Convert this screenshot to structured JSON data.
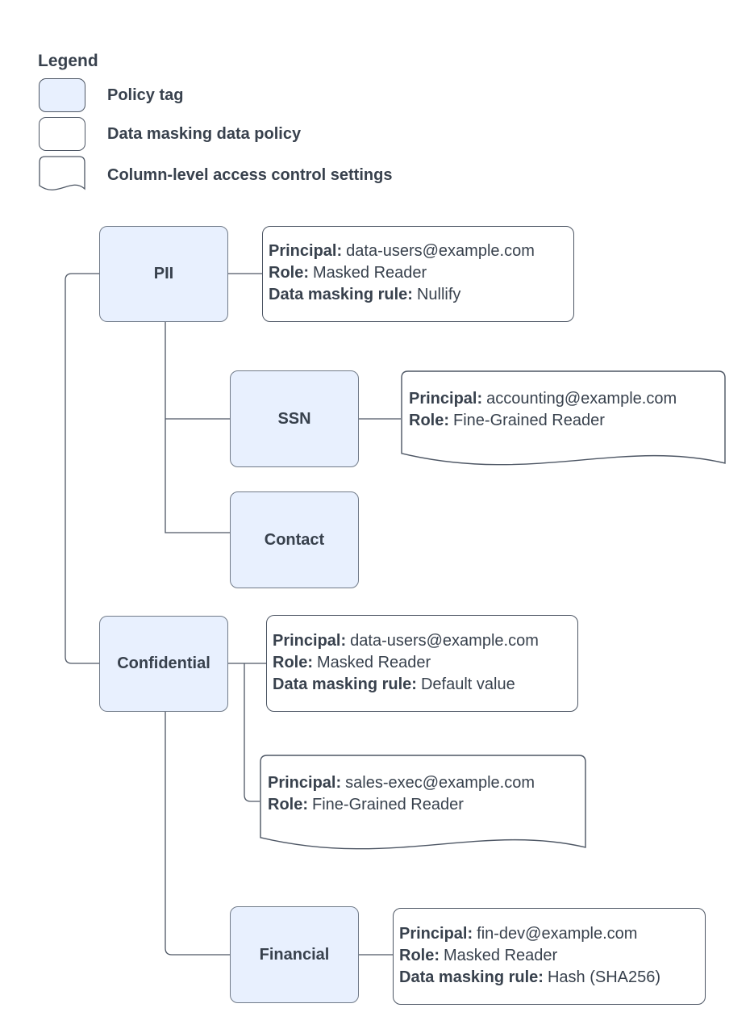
{
  "legend": {
    "title": "Legend",
    "items": [
      {
        "label": "Policy tag",
        "swatch": "policy-tag"
      },
      {
        "label": "Data masking data policy",
        "swatch": "data-masking-policy"
      },
      {
        "label": "Column-level access control settings",
        "swatch": "column-access-settings"
      }
    ]
  },
  "nodes": {
    "pii": {
      "label": "PII"
    },
    "ssn": {
      "label": "SSN"
    },
    "contact": {
      "label": "Contact"
    },
    "confidential": {
      "label": "Confidential"
    },
    "financial": {
      "label": "Financial"
    }
  },
  "cards": {
    "pii_masking": [
      {
        "k": "Principal:",
        "v": "data-users@example.com"
      },
      {
        "k": "Role:",
        "v": "Masked Reader"
      },
      {
        "k": "Data masking rule:",
        "v": "Nullify"
      }
    ],
    "ssn_access": [
      {
        "k": "Principal:",
        "v": "accounting@example.com"
      },
      {
        "k": "Role:",
        "v": "Fine-Grained Reader"
      }
    ],
    "confidential_masking": [
      {
        "k": "Principal:",
        "v": "data-users@example.com"
      },
      {
        "k": "Role:",
        "v": "Masked Reader"
      },
      {
        "k": "Data masking rule:",
        "v": "Default value"
      }
    ],
    "confidential_access": [
      {
        "k": "Principal:",
        "v": "sales-exec@example.com"
      },
      {
        "k": "Role:",
        "v": "Fine-Grained Reader"
      }
    ],
    "financial_masking": [
      {
        "k": "Principal:",
        "v": "fin-dev@example.com"
      },
      {
        "k": "Role:",
        "v": "Masked Reader"
      },
      {
        "k": "Data masking rule:",
        "v": "Hash (SHA256)"
      }
    ]
  },
  "colors": {
    "policy_tag_fill": "#e8f0fe",
    "policy_tag_border": "#717b89",
    "card_border": "#4d5664",
    "connector": "#4d5664",
    "text": "#38414d"
  }
}
